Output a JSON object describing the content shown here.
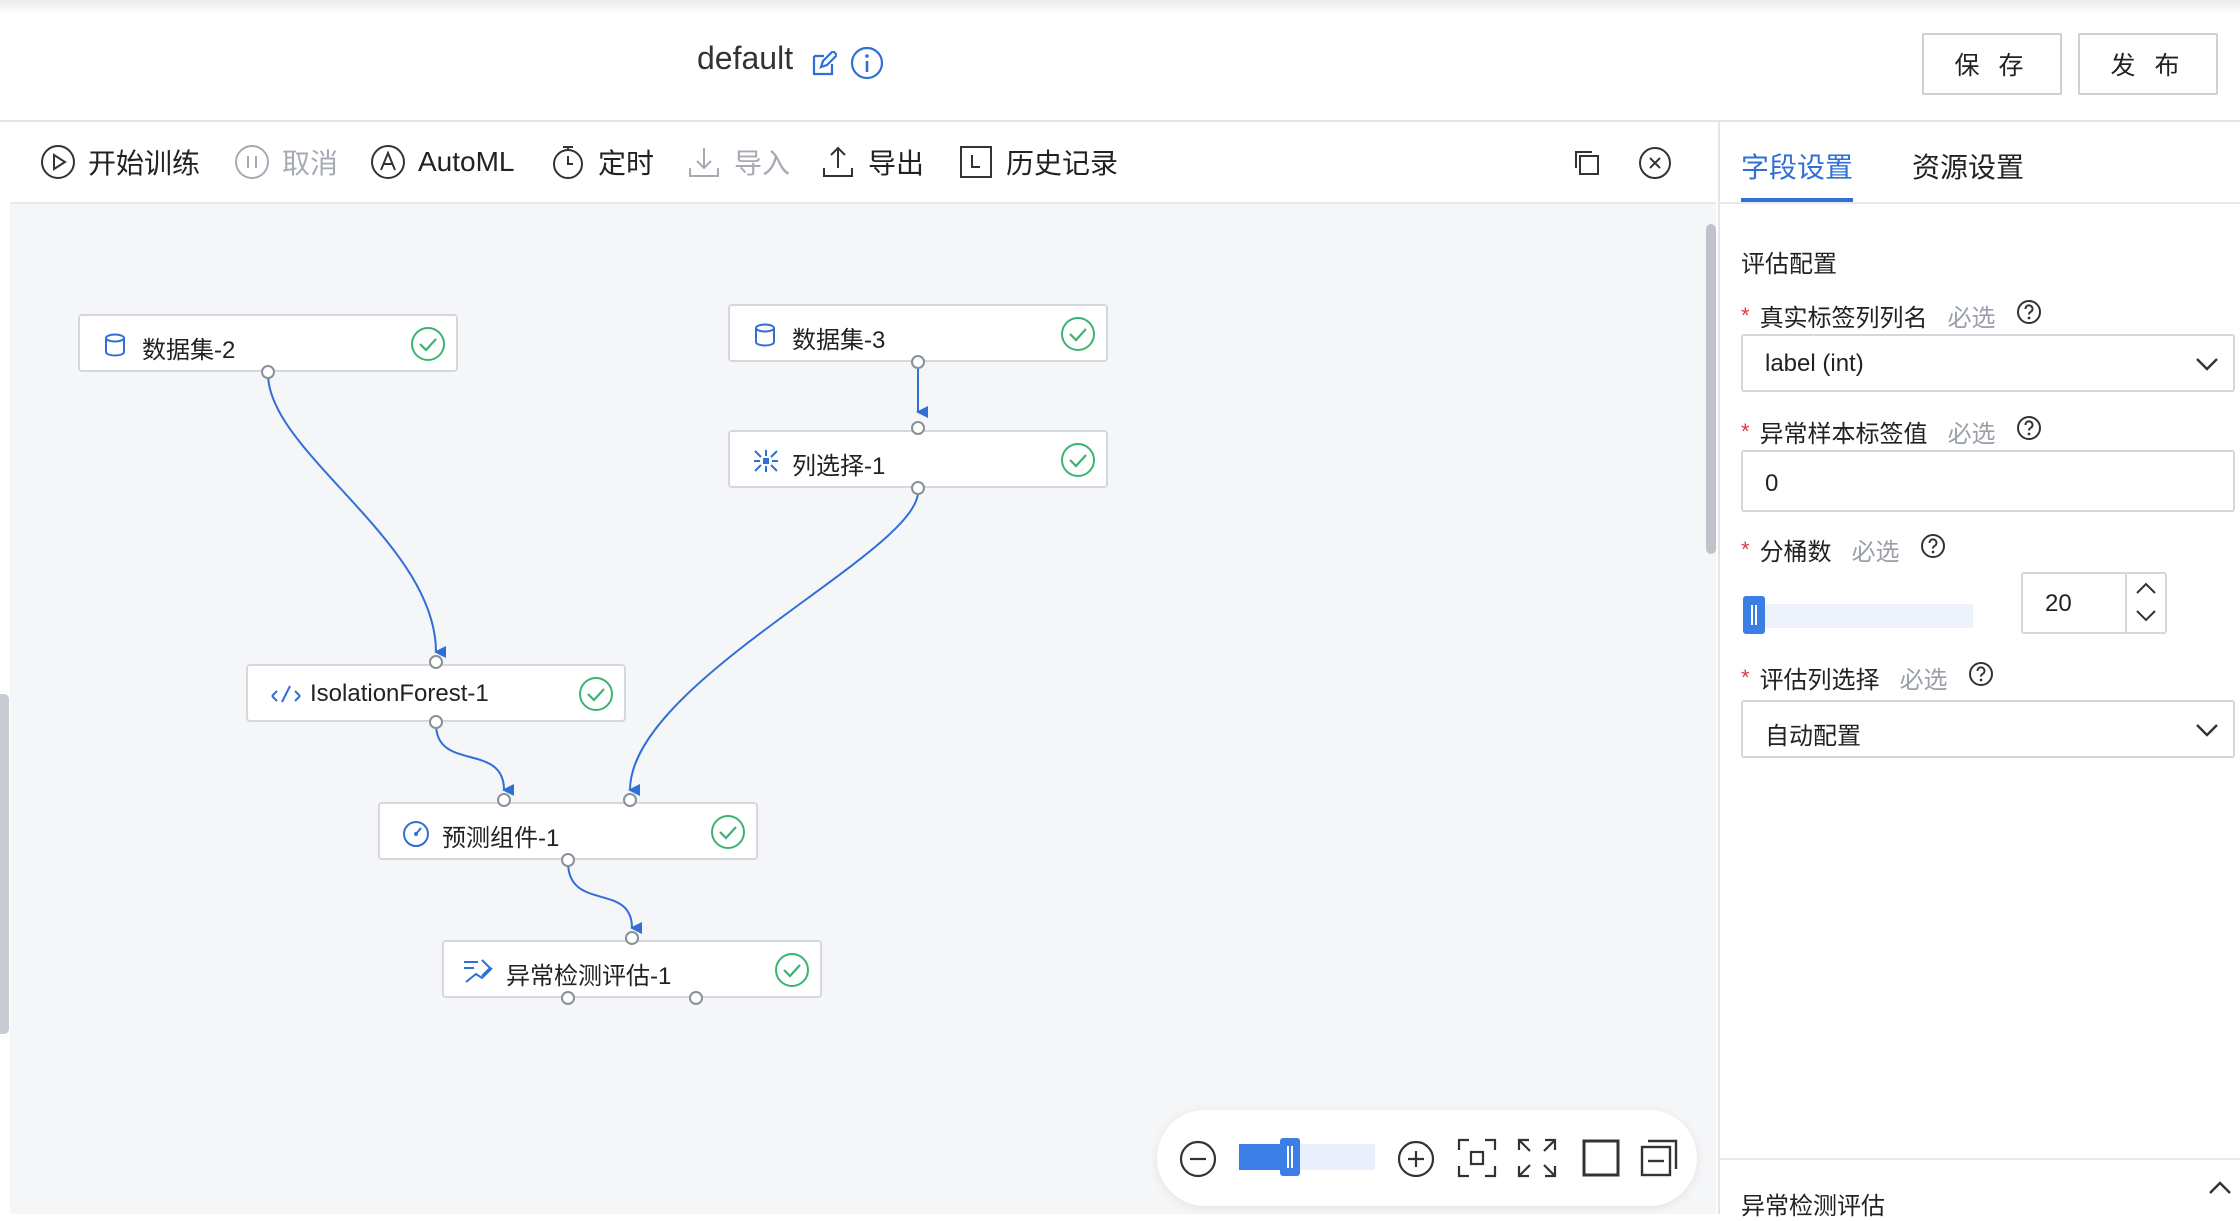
{
  "header": {
    "title": "default",
    "save_label": "保 存",
    "publish_label": "发 布"
  },
  "toolbar": {
    "items": [
      {
        "label": "开始训练",
        "icon": "play-circle-icon",
        "disabled": false
      },
      {
        "label": "取消",
        "icon": "pause-circle-icon",
        "disabled": true
      },
      {
        "label": "AutoML",
        "icon": "automl-a-icon",
        "disabled": false
      },
      {
        "label": "定时",
        "icon": "timer-icon",
        "disabled": false
      },
      {
        "label": "导入",
        "icon": "import-icon",
        "disabled": true
      },
      {
        "label": "导出",
        "icon": "export-icon",
        "disabled": false
      },
      {
        "label": "历史记录",
        "icon": "history-icon",
        "disabled": false
      }
    ]
  },
  "nodes": [
    {
      "label": "数据集-2",
      "icon": "database-icon",
      "status": "success"
    },
    {
      "label": "数据集-3",
      "icon": "database-icon",
      "status": "success"
    },
    {
      "label": "列选择-1",
      "icon": "column-select-icon",
      "status": "success"
    },
    {
      "label": "IsolationForest-1",
      "icon": "isolation-forest-icon",
      "status": "success"
    },
    {
      "label": "预测组件-1",
      "icon": "predict-gauge-icon",
      "status": "success"
    },
    {
      "label": "异常检测评估-1",
      "icon": "anomaly-eval-icon",
      "status": "success"
    }
  ],
  "zoom": {
    "level": 0.35
  },
  "panel": {
    "tabs": [
      {
        "label": "字段设置",
        "active": true
      },
      {
        "label": "资源设置",
        "active": false
      }
    ],
    "section_title": "评估配置",
    "required_hint": "必选",
    "fields": {
      "true_label_column": {
        "label": "真实标签列列名",
        "value": "label (int)"
      },
      "anomaly_label_value": {
        "label": "异常样本标签值",
        "value": "0"
      },
      "bucket_count": {
        "label": "分桶数",
        "value": "20",
        "slider_fraction": 0.0
      },
      "eval_columns": {
        "label": "评估列选择",
        "value": "自动配置"
      }
    },
    "collapse_section": "异常检测评估"
  },
  "colors": {
    "accent": "#2f6fd6",
    "success": "#3cb371",
    "required": "#e0383e",
    "edge": "#2f6fd6"
  }
}
